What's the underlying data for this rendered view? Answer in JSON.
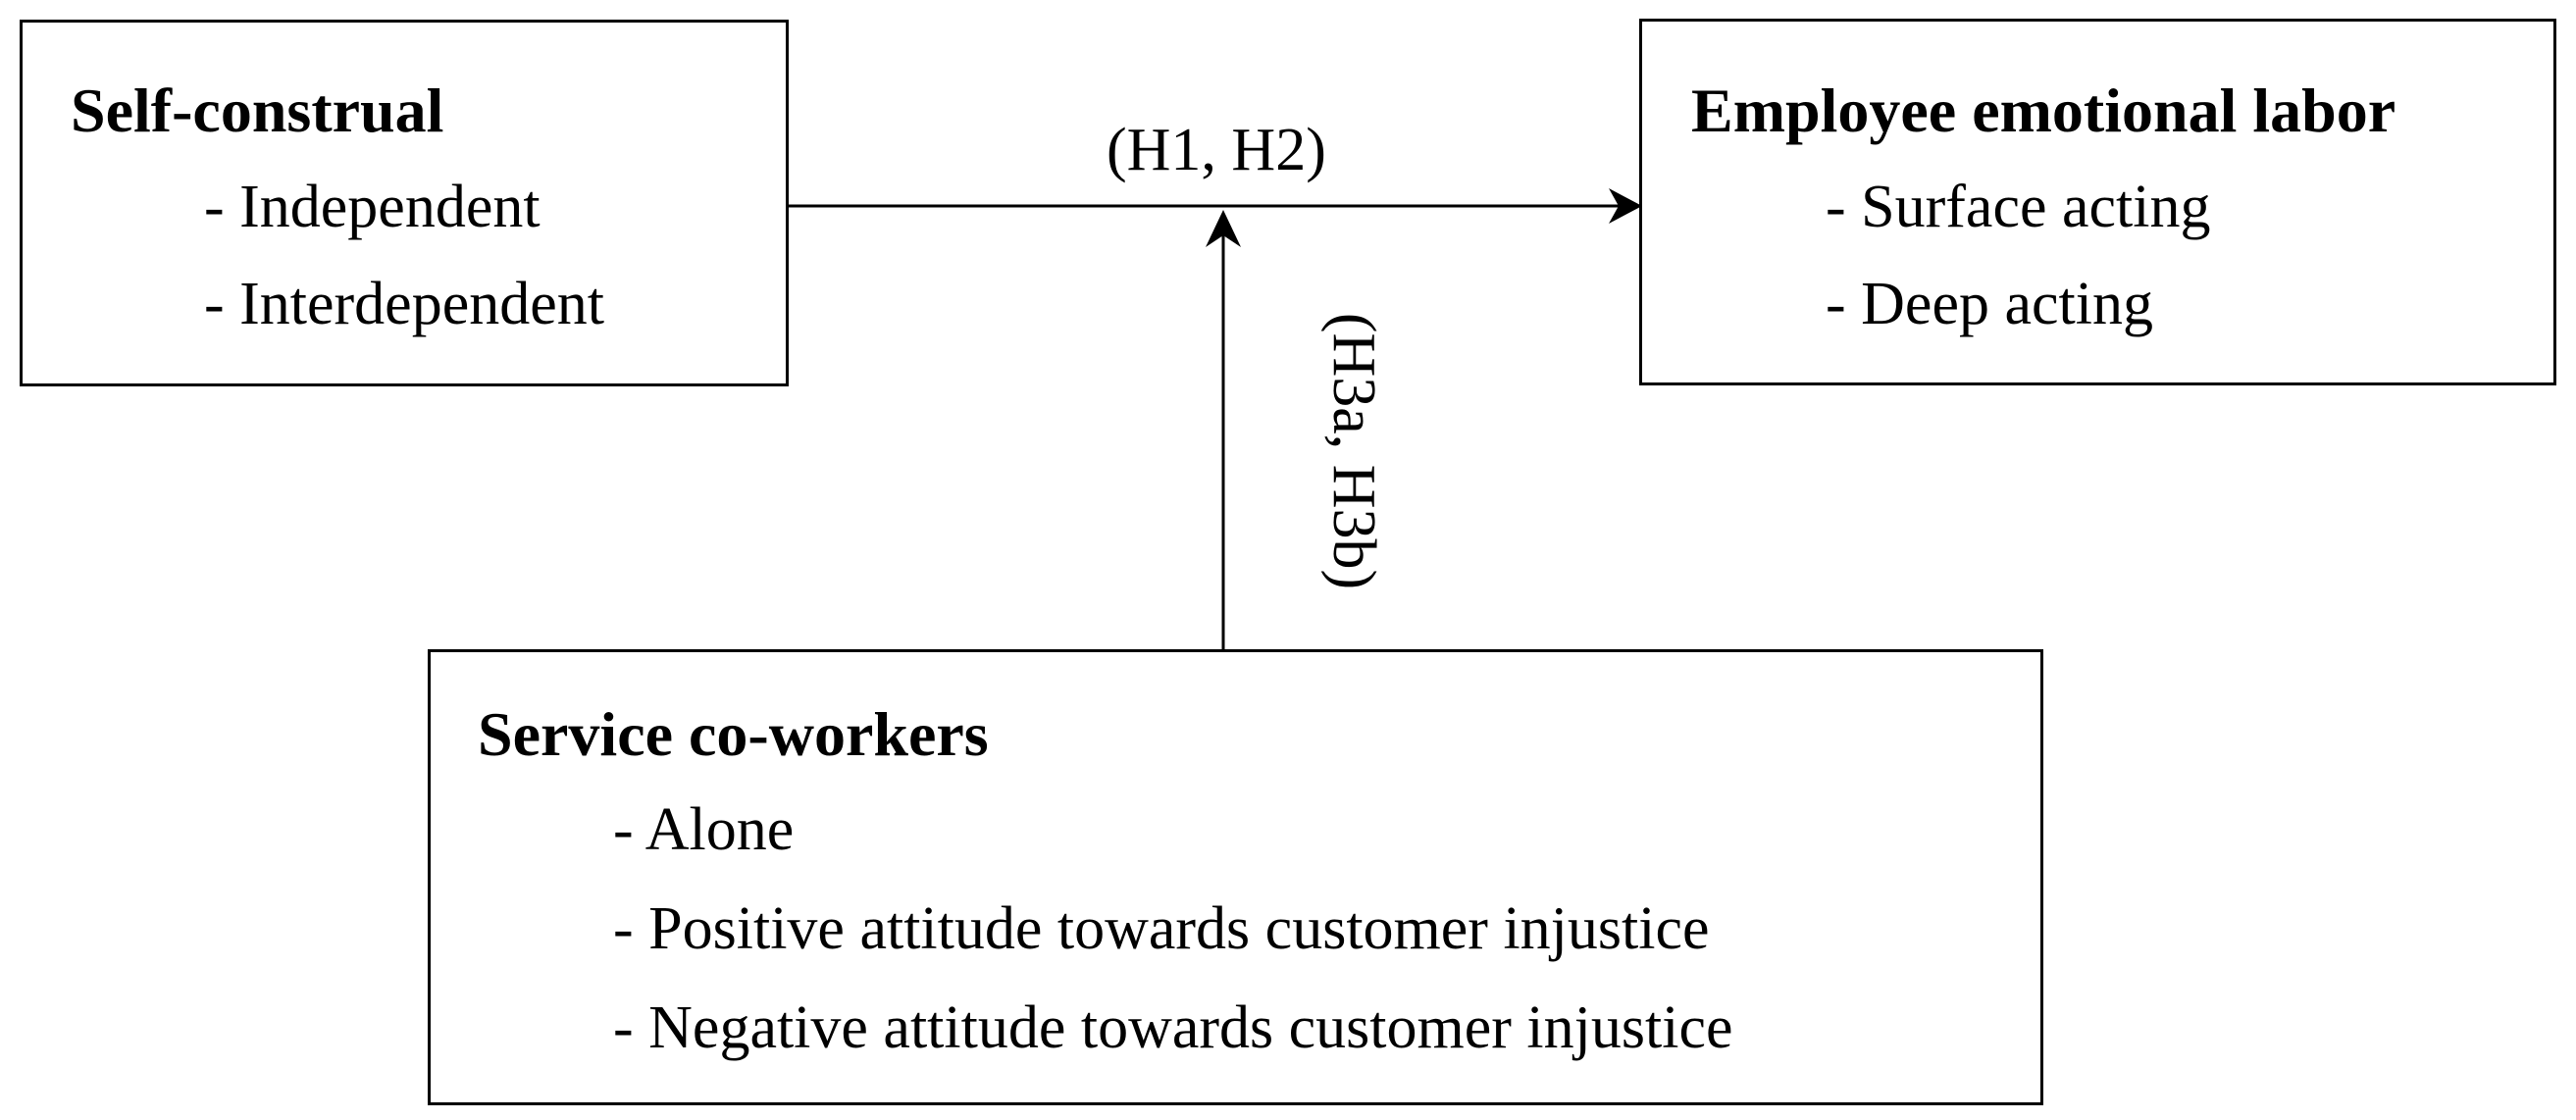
{
  "self_construal": {
    "title": "Self-construal",
    "items": [
      "- Independent",
      "- Interdependent"
    ]
  },
  "emotional_labor": {
    "title": "Employee emotional labor",
    "items": [
      "- Surface acting",
      "- Deep acting"
    ]
  },
  "service_coworkers": {
    "title": "Service co-workers",
    "items": [
      "- Alone",
      "- Positive attitude towards customer injustice",
      "- Negative attitude towards customer injustice"
    ]
  },
  "paths": {
    "main_label": "(H1, H2)",
    "moderation_label": "(H3a, H3b)"
  },
  "colors": {
    "stroke": "#000000",
    "background": "#ffffff"
  }
}
